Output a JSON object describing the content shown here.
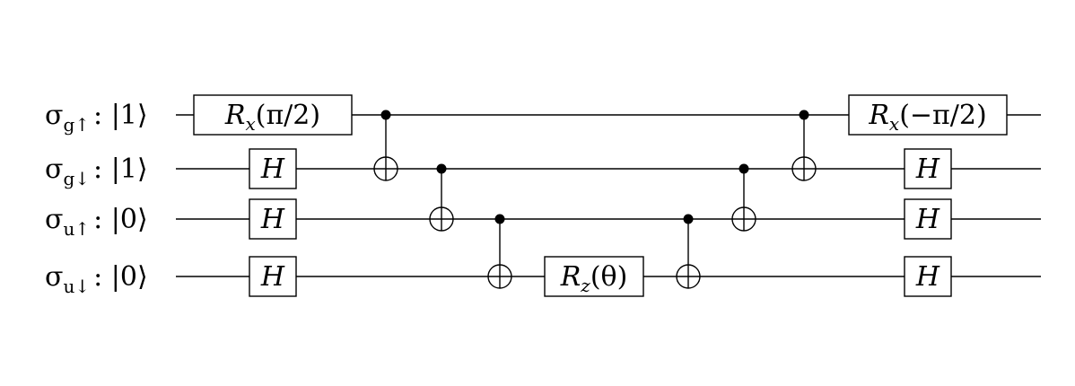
{
  "qubits": [
    {
      "sym": "σ",
      "sub": "g↑",
      "state": ": |1⟩"
    },
    {
      "sym": "σ",
      "sub": "g↓",
      "state": ": |1⟩"
    },
    {
      "sym": "σ",
      "sub": "u↑",
      "state": ": |0⟩"
    },
    {
      "sym": "σ",
      "sub": "u↓",
      "state": ": |0⟩"
    }
  ],
  "gates": [
    {
      "type": "box",
      "wire": 0,
      "main": "R",
      "sub": "x",
      "arg": "(π/2)"
    },
    {
      "type": "box",
      "wire": 1,
      "main": "H",
      "sub": "",
      "arg": ""
    },
    {
      "type": "box",
      "wire": 2,
      "main": "H",
      "sub": "",
      "arg": ""
    },
    {
      "type": "box",
      "wire": 3,
      "main": "H",
      "sub": "",
      "arg": ""
    },
    {
      "type": "cnot",
      "control": 0,
      "target": 1
    },
    {
      "type": "cnot",
      "control": 1,
      "target": 2
    },
    {
      "type": "cnot",
      "control": 2,
      "target": 3
    },
    {
      "type": "box",
      "wire": 3,
      "main": "R",
      "sub": "z",
      "arg": "(θ)"
    },
    {
      "type": "cnot",
      "control": 2,
      "target": 3
    },
    {
      "type": "cnot",
      "control": 1,
      "target": 2
    },
    {
      "type": "cnot",
      "control": 0,
      "target": 1
    },
    {
      "type": "box",
      "wire": 0,
      "main": "R",
      "sub": "x",
      "arg": "(−π/2)"
    },
    {
      "type": "box",
      "wire": 1,
      "main": "H",
      "sub": "",
      "arg": ""
    },
    {
      "type": "box",
      "wire": 2,
      "main": "H",
      "sub": "",
      "arg": ""
    },
    {
      "type": "box",
      "wire": 3,
      "main": "H",
      "sub": "",
      "arg": ""
    }
  ]
}
